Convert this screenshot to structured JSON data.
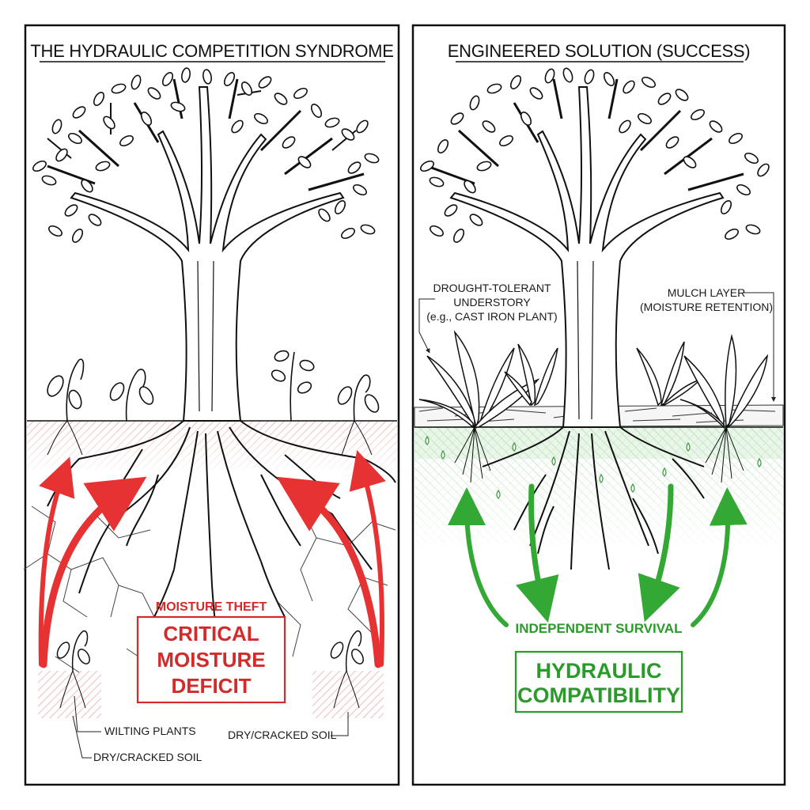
{
  "left_panel": {
    "title": "THE HYDRAULIC COMPETITION SYNDROME",
    "theft_label": "MOISTURE THEFT",
    "deficit_box": [
      "CRITICAL",
      "MOISTURE",
      "DEFICIT"
    ],
    "wilting_label": "WILTING PLANTS",
    "dry_soil_label_left": "DRY/CRACKED SOIL",
    "dry_soil_label_right": "DRY/CRACKED SOIL",
    "accent_color": "#d42a2a"
  },
  "right_panel": {
    "title": "ENGINEERED SOLUTION (SUCCESS)",
    "understory_label": [
      "DROUGHT-TOLERANT",
      "UNDERSTORY",
      "(e.g., CAST IRON PLANT)"
    ],
    "mulch_label": [
      "MULCH LAYER",
      "(MOISTURE RETENTION)"
    ],
    "survival_label": "INDEPENDENT SURVIVAL",
    "compat_box": [
      "HYDRAULIC",
      "COMPATIBILITY"
    ],
    "accent_color": "#2a9a2a"
  },
  "icons": [
    "tree-illustration",
    "wilting-plant-icon",
    "healthy-plant-icon",
    "red-arrow-icon",
    "green-arrow-icon"
  ]
}
